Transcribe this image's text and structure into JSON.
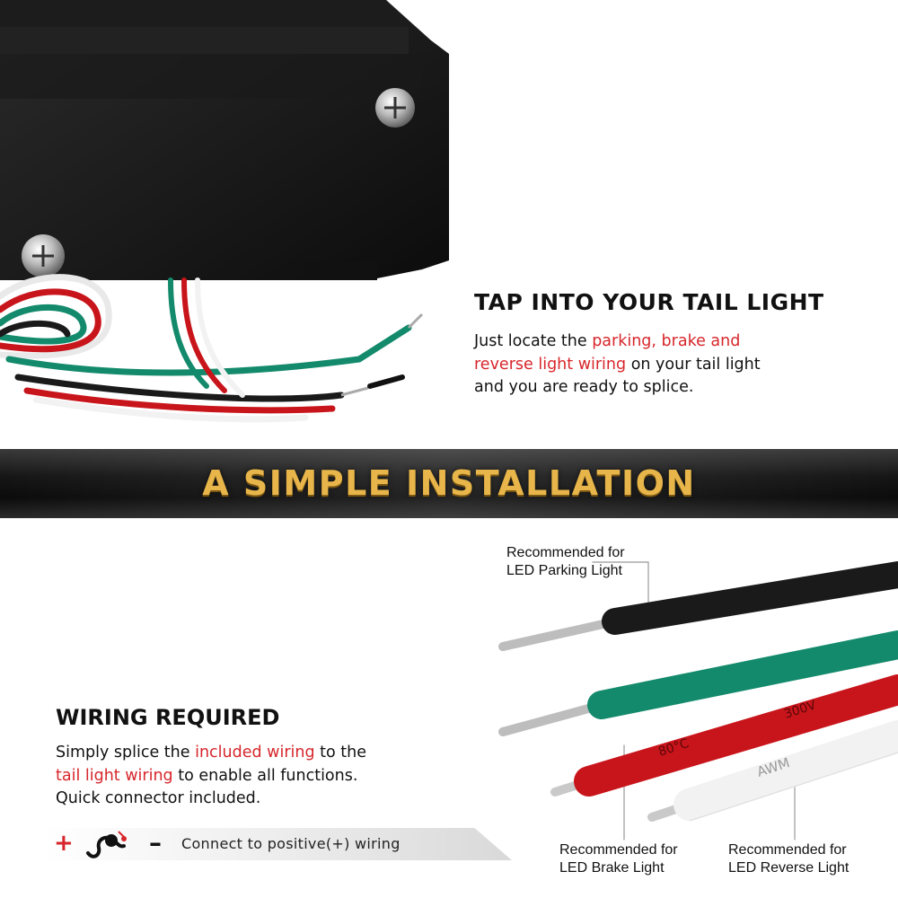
{
  "tap": {
    "title": "TAP INTO YOUR TAIL LIGHT",
    "line1_pre": "Just locate the ",
    "line1_red": "parking, brake and",
    "line2_red": "reverse light wiring",
    "line2_post": " on your tail light",
    "line3": "and you are ready to splice."
  },
  "banner": {
    "title": "A SIMPLE INSTALLATION"
  },
  "wiring": {
    "title": "WIRING REQUIRED",
    "line1_pre": "Simply splice the ",
    "line1_red": "included wiring",
    "line1_post": " to the",
    "line2_red": "tail light wiring",
    "line2_post": " to enable all functions.",
    "line3": "Quick connector included."
  },
  "connect": {
    "plus": "+",
    "minus": "–",
    "text": "Connect to positive(+) wiring",
    "icon": "connector-icon"
  },
  "labels": {
    "parking_l1": "Recommended for",
    "parking_l2": "LED Parking Light",
    "brake_l1": "Recommended for",
    "brake_l2": "LED Brake Light",
    "reverse_l1": "Recommended for",
    "reverse_l2": "LED Reverse Light"
  },
  "wire_print": {
    "temp": "80°C",
    "volt": "300V",
    "awm": "AWM"
  },
  "colors": {
    "accent_red": "#d7262b",
    "banner_gold": "#e7b54a",
    "wire_black": "#1a1a1a",
    "wire_green": "#138a6b",
    "wire_red": "#c8151b",
    "wire_white": "#f2f2f2"
  }
}
